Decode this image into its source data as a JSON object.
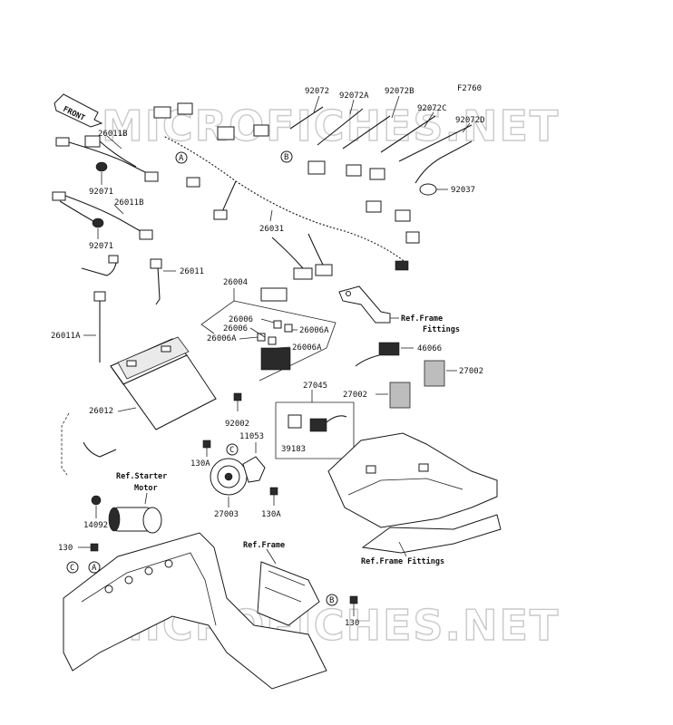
{
  "figure_code": "F2760",
  "front_label": "FRONT",
  "watermark": "MICROFICHES.NET",
  "parts": {
    "p92072": "92072",
    "p92072A": "92072A",
    "p92072B": "92072B",
    "p92072C": "92072C",
    "p92072D": "92072D",
    "p92037": "92037",
    "p26011B_1": "26011B",
    "p26011B_2": "26011B",
    "p92071_1": "92071",
    "p92071_2": "92071",
    "p26031": "26031",
    "p26011": "26011",
    "p26004": "26004",
    "p26011A": "26011A",
    "p26006_1": "26006",
    "p26006_2": "26006",
    "p26006A_1": "26006A",
    "p26006A_2": "26006A",
    "p26006A_3": "26006A",
    "p46066": "46066",
    "p27002_1": "27002",
    "p27002_2": "27002",
    "p27045": "27045",
    "p26012": "26012",
    "p92002": "92002",
    "p39183": "39183",
    "p11053": "11053",
    "p130A_1": "130A",
    "p130A_2": "130A",
    "p27003": "27003",
    "p14092": "14092",
    "p130_1": "130",
    "p130_2": "130"
  },
  "refs": {
    "frame_fittings_1a": "Ref.Frame",
    "frame_fittings_1b": "Fittings",
    "starter_a": "Ref.Starter",
    "starter_b": "Motor",
    "frame": "Ref.Frame",
    "frame_fittings_2": "Ref.Frame Fittings"
  },
  "callouts": {
    "A1": "A",
    "A2": "A",
    "B1": "B",
    "B2": "B",
    "C1": "C",
    "C2": "C"
  }
}
